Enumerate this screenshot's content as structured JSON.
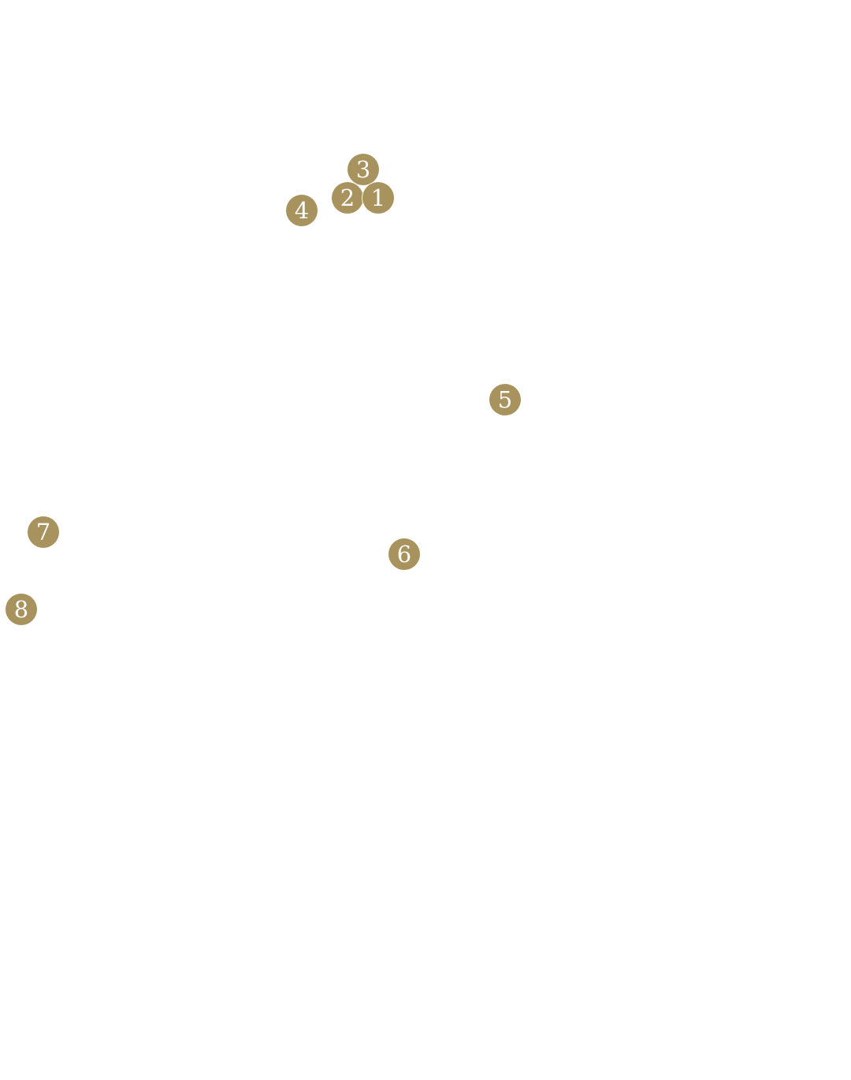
{
  "map": {
    "marker_color": "#a8935e",
    "marker_text_color": "#ffffff",
    "background_color": "#ffffff",
    "markers": [
      {
        "label": "1"
      },
      {
        "label": "2"
      },
      {
        "label": "3"
      },
      {
        "label": "4"
      },
      {
        "label": "5"
      },
      {
        "label": "6"
      },
      {
        "label": "7"
      },
      {
        "label": "8"
      }
    ]
  }
}
